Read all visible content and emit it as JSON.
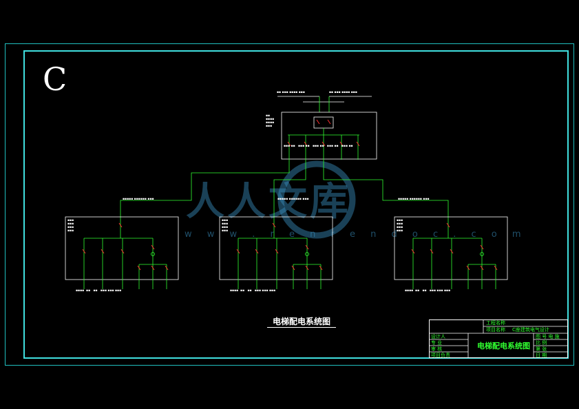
{
  "sheet": {
    "letter": "C",
    "diagram_title": "电梯配电系统图"
  },
  "colors": {
    "frame": "#40e0e0",
    "wire": "#30ff30",
    "breaker": "#ff3030",
    "text": "#ffffff",
    "background": "#000000"
  },
  "watermark": {
    "text": "人人文库",
    "url": "w w w . r e n r e n d o c . c o m"
  },
  "title_block": {
    "project_label": "工程名称",
    "item_label": "项目名称",
    "item_value": "C座建筑电气设计",
    "designer": "设计人",
    "specialty": "专 业",
    "reviewer": "审 核",
    "approver": "项目负责",
    "drawing_title": "电梯配电系统图",
    "drawing_no_label": "图 号 电 施",
    "scale_label": "比 例",
    "sheet_label": "第 张",
    "date_label": "日 期"
  }
}
